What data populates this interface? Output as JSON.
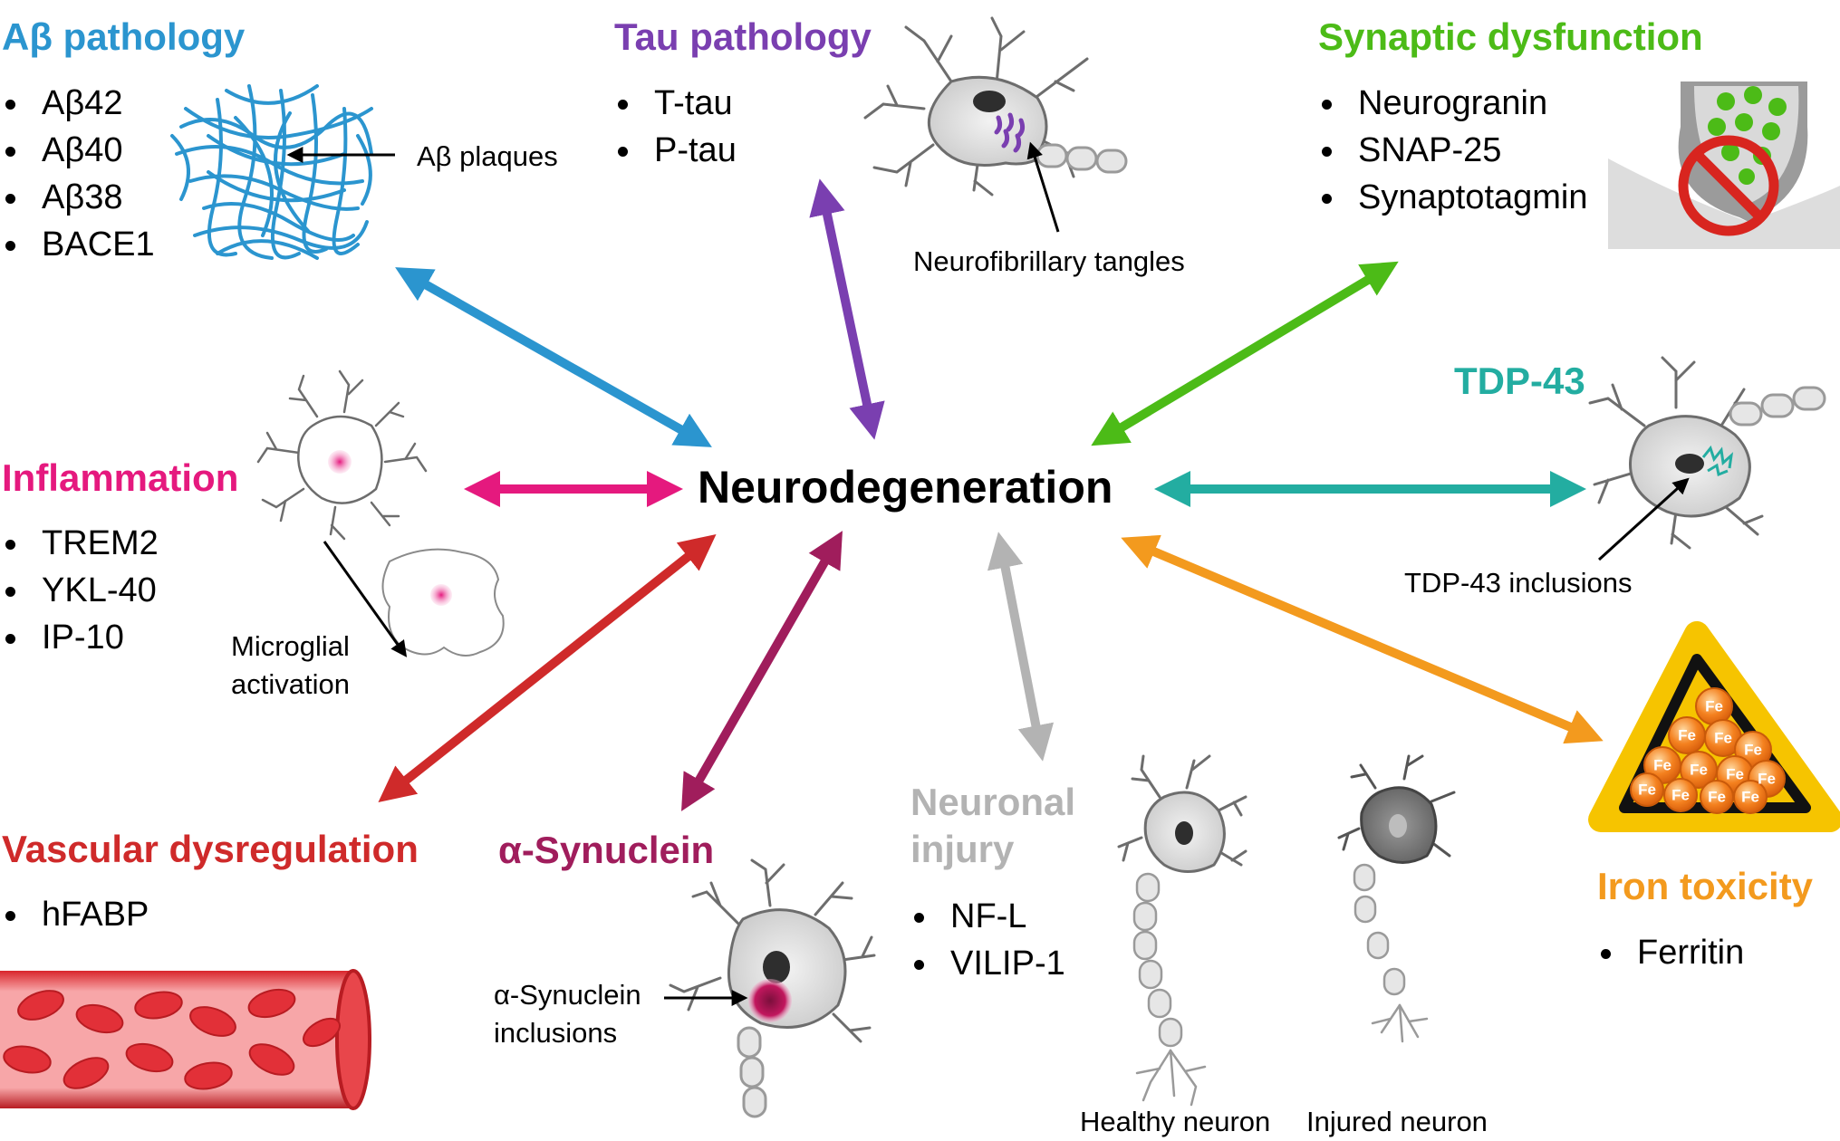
{
  "center": {
    "label": "Neurodegeneration"
  },
  "nodes": {
    "abeta": {
      "title": "Aβ pathology",
      "color": "#2b95cf",
      "items": [
        "Aβ42",
        "Aβ40",
        "Aβ38",
        "BACE1"
      ],
      "annotation": "Aβ plaques"
    },
    "tau": {
      "title": "Tau pathology",
      "color": "#7a3fb0",
      "items": [
        "T-tau",
        "P-tau"
      ],
      "annotation": "Neurofibrillary tangles"
    },
    "synaptic": {
      "title": "Synaptic dysfunction",
      "color": "#4cbb17",
      "items": [
        "Neurogranin",
        "SNAP-25",
        "Synaptotagmin"
      ]
    },
    "tdp43": {
      "title": "TDP-43",
      "color": "#23ada1",
      "annotation": "TDP-43 inclusions"
    },
    "inflammation": {
      "title": "Inflammation",
      "color": "#e5197e",
      "items": [
        "TREM2",
        "YKL-40",
        "IP-10"
      ],
      "annotation_line1": "Microglial",
      "annotation_line2": "activation"
    },
    "vascular": {
      "title": "Vascular dysregulation",
      "color": "#cf2a2a",
      "items": [
        "hFABP"
      ]
    },
    "synuclein": {
      "title": "α-Synuclein",
      "color": "#a01d5c",
      "annotation_line1": "α-Synuclein",
      "annotation_line2": "inclusions"
    },
    "neuronal": {
      "title_line1": "Neuronal",
      "title_line2": "injury",
      "color": "#b3b3b3",
      "items": [
        "NF-L",
        "VILIP-1"
      ],
      "caption_healthy": "Healthy neuron",
      "caption_injured": "Injured neuron"
    },
    "iron": {
      "title": "Iron toxicity",
      "color": "#f39a1e",
      "items": [
        "Ferritin"
      ],
      "icon_text": "Fe"
    }
  },
  "icons": [
    "amyloid-plaque-icon",
    "neuron-tangle-icon",
    "synapse-blocked-icon",
    "neuron-tdp43-icon",
    "microglia-icon",
    "blood-vessel-icon",
    "neuron-synuclein-icon",
    "healthy-neuron-icon",
    "injured-neuron-icon",
    "iron-warning-icon"
  ]
}
